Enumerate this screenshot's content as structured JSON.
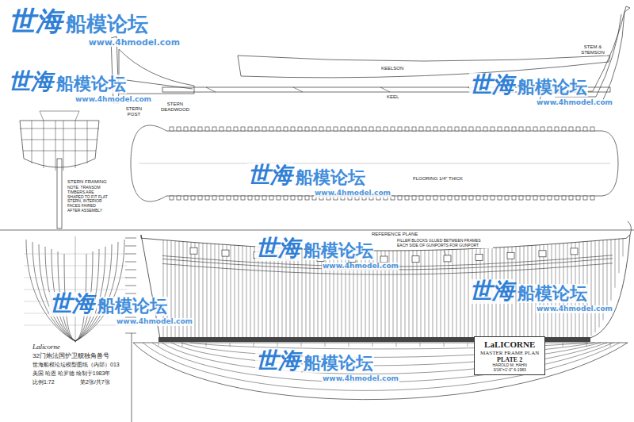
{
  "diagram": {
    "nodes": [
      {
        "text": [
          "LaLICORNE",
          "MASTER FRAME PLAN",
          "PLATE 2",
          "HAROLD M. HAHN",
          "3/16\"=1'-0\"  6-1983"
        ]
      }
    ],
    "labels": [
      "世海",
      "船模论坛",
      "www.4hmodel.com",
      "STERN DEADWOOD",
      "STERN POST",
      "KEELSON",
      "KEEL",
      "STEM & STEMSON",
      "STERN FRAMING",
      "NOTE: TRANSOM TIMBERS ARE SHAPED TO FIT FLAT STERN, INTERIOR FACES FAIRED AFTER ASSEMBLY",
      "FLOORING 1/4\" THICK",
      "REFERENCE PLANE",
      "FILLER BLOCKS GLUED BETWEEN FRAMES EACH SIDE OF GUNPORTS FOR GUNPORT",
      "Lalicorne",
      "32门炮法国护卫舰独角兽号",
      "世海船模论坛模型图纸（内部）013",
      "美国 哈恩 哈罗德 绘制于1983年",
      "比例1:72",
      "第2张/共7张",
      "世海",
      "船模论坛",
      "www.4hmodel.com",
      "世海",
      "船模论坛",
      "www.4hmodel.com",
      "世海",
      "船模论坛",
      "www.4hmodel.com",
      "世海",
      "船模论坛",
      "www.4hmodel.com",
      "世海",
      "船模论坛",
      "www.4hmodel.com",
      "世海",
      "船模论坛",
      "www.4hmodel.com",
      "世海",
      "船模论坛",
      "www.4hmodel.com"
    ]
  }
}
